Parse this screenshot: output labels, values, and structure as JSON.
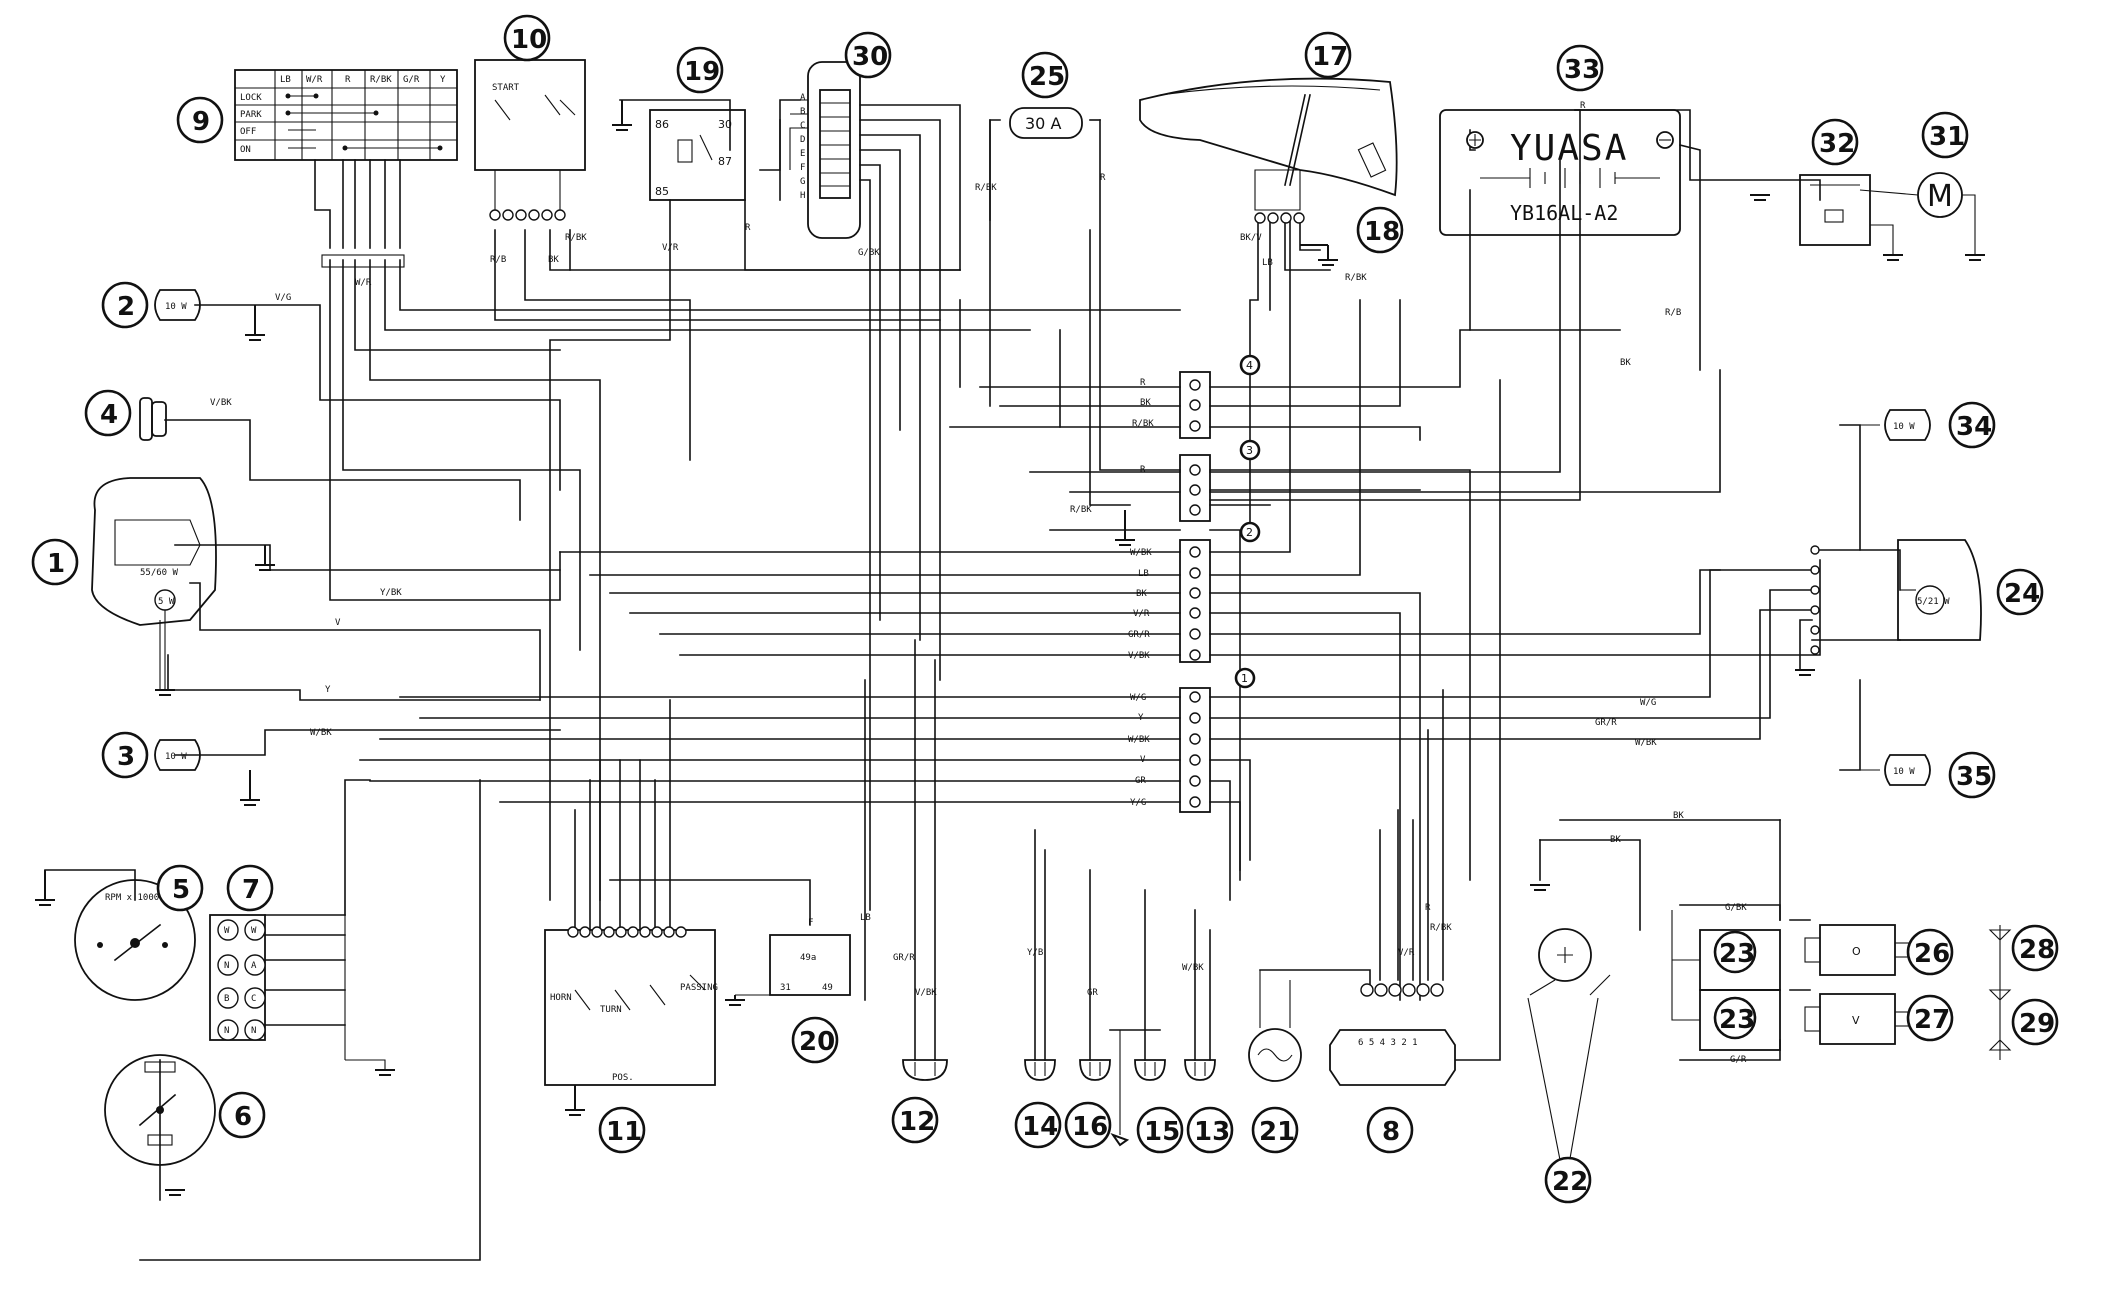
{
  "component_callouts": [
    "1",
    "2",
    "3",
    "4",
    "5",
    "6",
    "7",
    "8",
    "9",
    "10",
    "11",
    "12",
    "13",
    "14",
    "15",
    "16",
    "17",
    "18",
    "19",
    "20",
    "21",
    "22",
    "23",
    "23",
    "24",
    "25",
    "26",
    "27",
    "28",
    "29",
    "30",
    "31",
    "32",
    "33",
    "34",
    "35"
  ],
  "battery": {
    "brand": "YUASA",
    "model": "YB16AL-A2"
  },
  "fuse": {
    "rating": "30 A"
  },
  "motor": {
    "symbol": "M"
  },
  "ignition_switch": {
    "columns": [
      "LB",
      "W/R",
      "R",
      "R/BK",
      "G/R",
      "Y"
    ],
    "rows": [
      "LOCK",
      "PARK",
      "OFF",
      "ON"
    ]
  },
  "bulbs": {
    "headlight": "55/60 W",
    "headlight_park": "5 W",
    "turn_front_r": "10 W",
    "turn_front_l": "10 W",
    "turn_rear_r": "10 W",
    "turn_rear_l": "10 W",
    "taillight": "5/21 W"
  },
  "tachometer": {
    "label": "RPM x 1000"
  },
  "relay_19": {
    "pins": [
      "86",
      "30",
      "85",
      "87"
    ]
  },
  "warning_lights": {
    "left": [
      "W",
      "N",
      "B",
      "N"
    ],
    "right": [
      "W",
      "A",
      "C",
      "N"
    ]
  },
  "connector_labels": {
    "c1": "1",
    "c2": "2",
    "c3": "3",
    "c4": "4"
  },
  "wire_codes": {
    "v_g": "V/G",
    "v_bk": "V/BK",
    "y_bk": "Y/BK",
    "v": "V",
    "y": "Y",
    "w_bk": "W/BK",
    "w_r": "W/R",
    "g_bk": "G/BK",
    "gr": "GR",
    "w_g": "W/G",
    "y_g": "Y/G",
    "r": "R",
    "r_b": "R/B",
    "r_bk": "R/BK",
    "bk": "BK",
    "bk_v": "BK/V",
    "lb": "LB",
    "v_r": "V/R",
    "gr_r": "GR/R",
    "y_b": "Y/B",
    "w_bk2": "W/BK",
    "g_bk2": "G/BK",
    "v_bk2": "V/BK",
    "g_r": "G/R"
  },
  "switch_labels": {
    "horn": "HORN",
    "turn": "TURN",
    "passing": "PASSING",
    "start": "START",
    "pos": "POS."
  },
  "flasher": {
    "labels": [
      "F",
      "49a",
      "31",
      "49"
    ]
  },
  "regulator_pins": "6 5 4 3 2 1",
  "letters": [
    "A",
    "B",
    "C",
    "D",
    "E",
    "F",
    "G",
    "H"
  ]
}
